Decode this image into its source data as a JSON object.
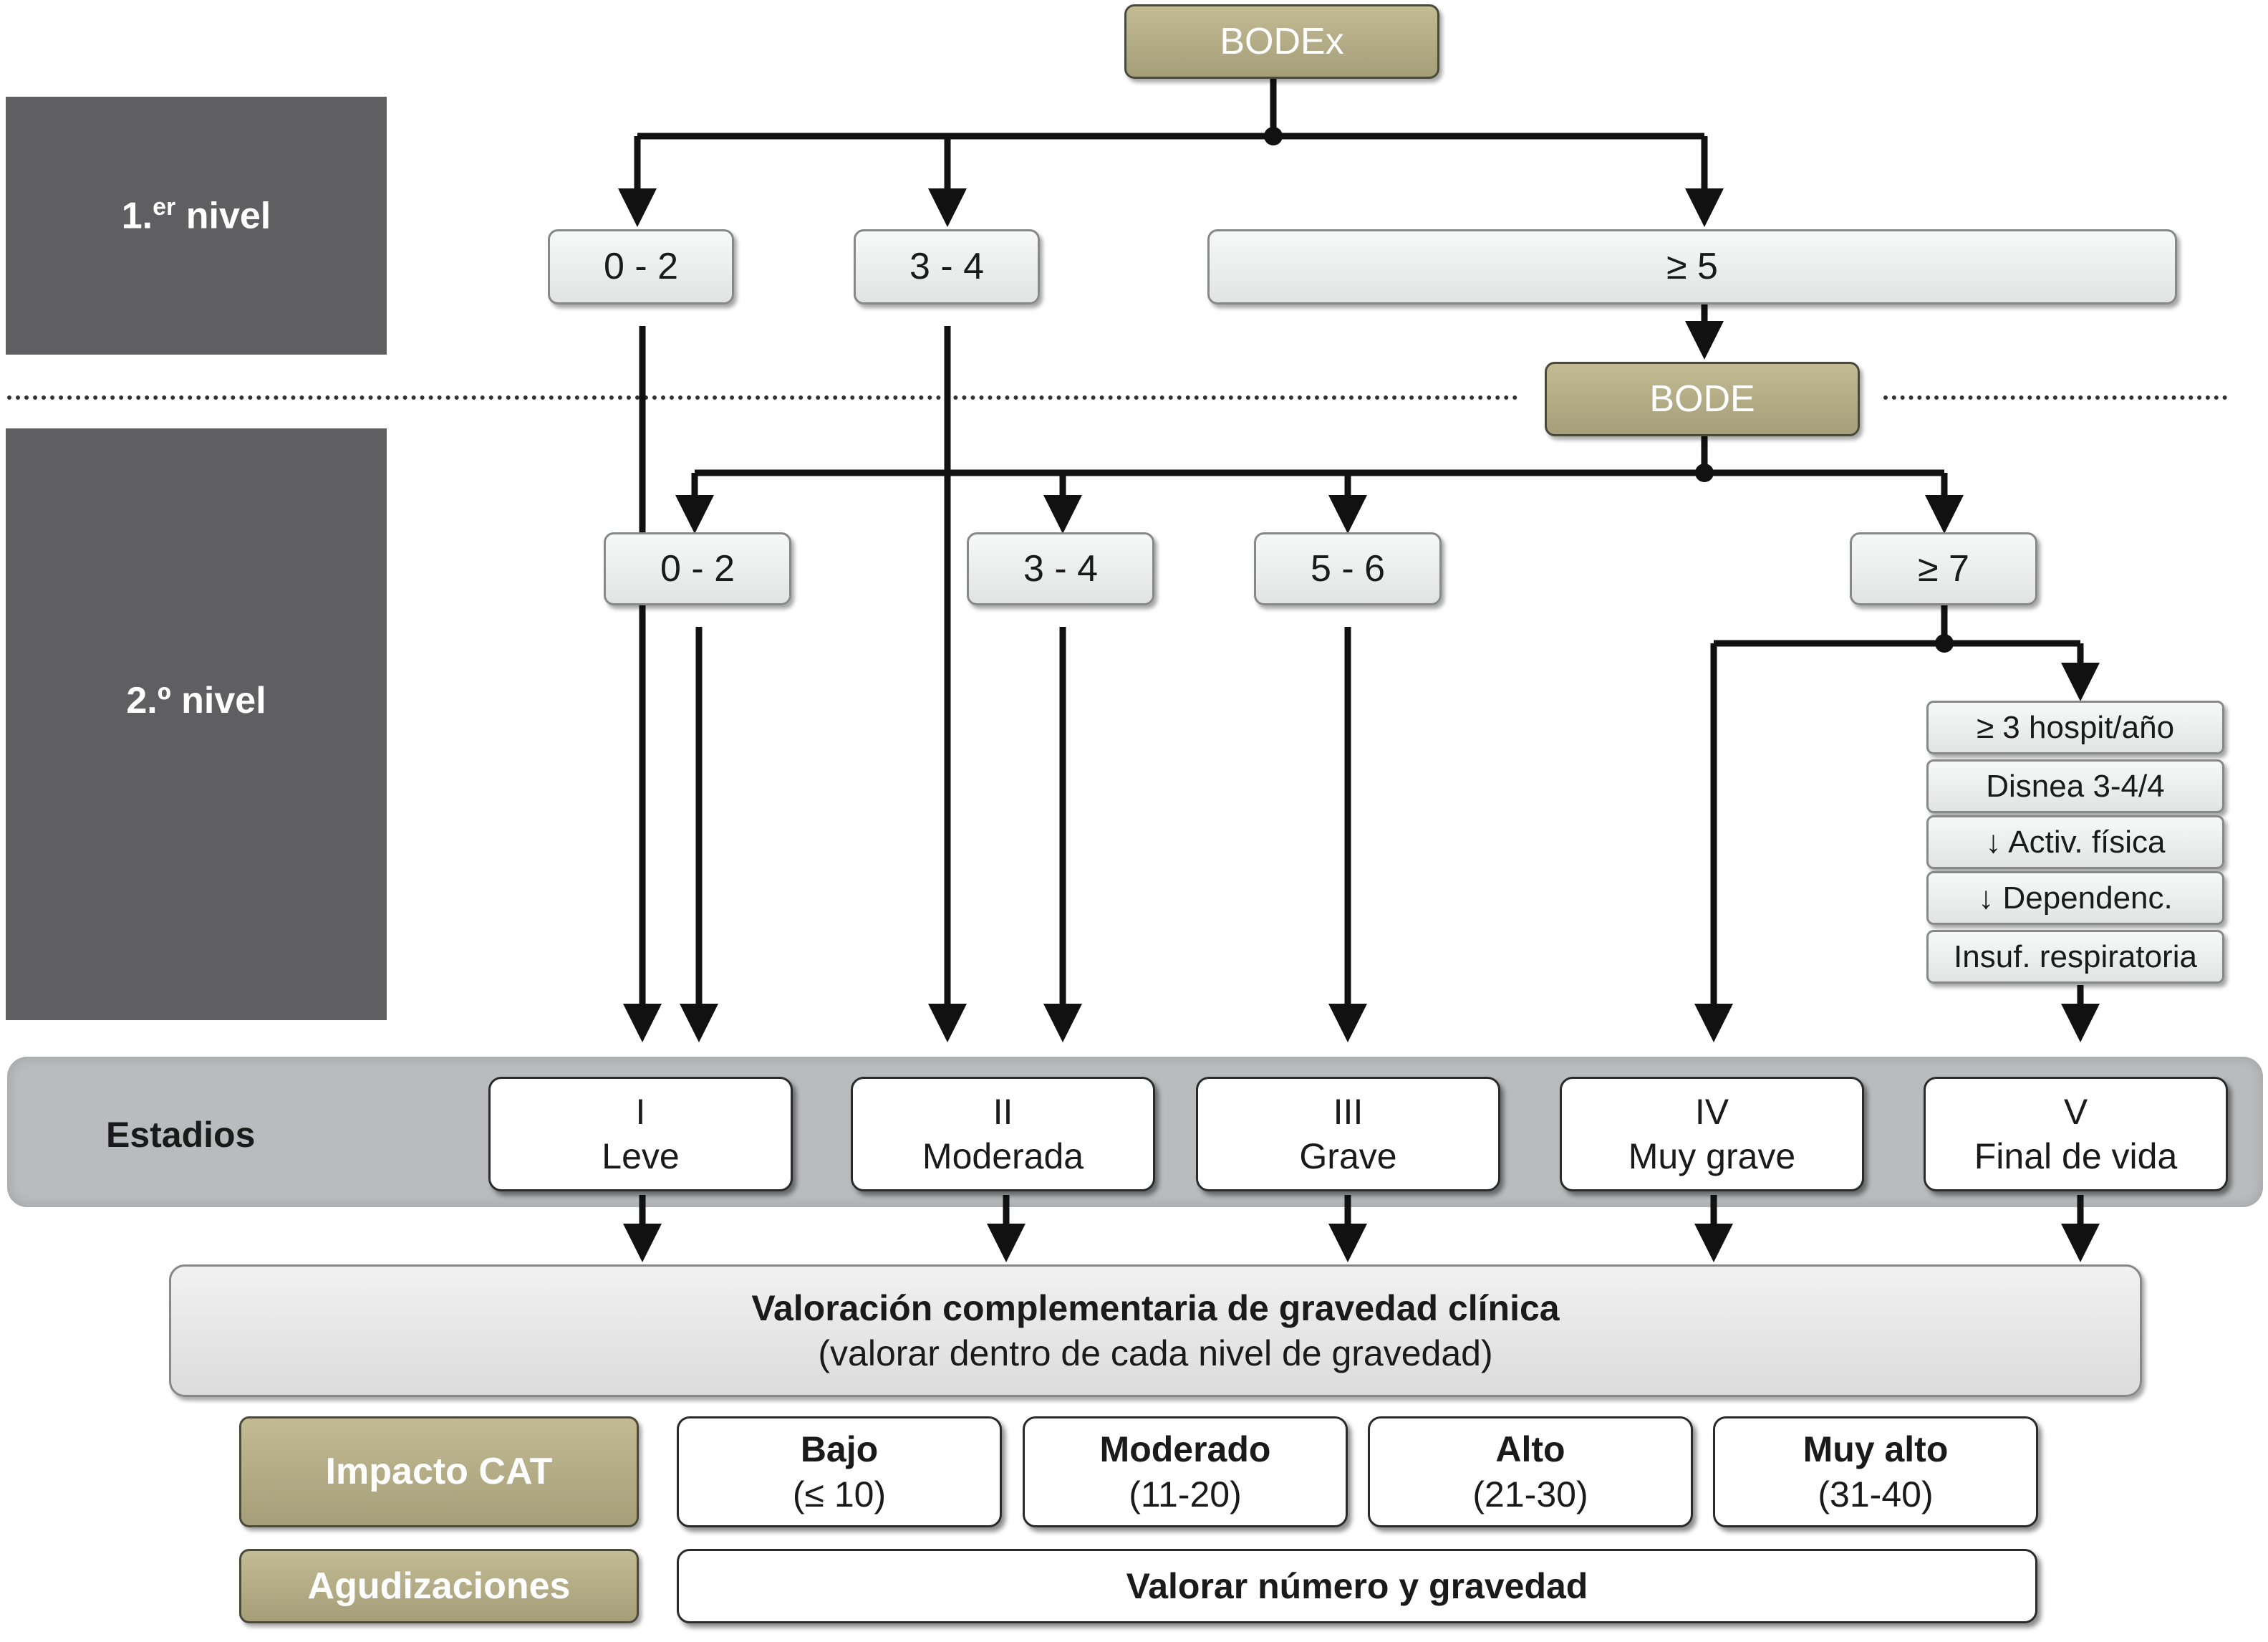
{
  "levels": {
    "first": "1.",
    "first_sup": "er",
    "first_suffix": "nivel",
    "second": "2.º nivel"
  },
  "nodes": {
    "bodex": "BODEx",
    "bode": "BODE",
    "l1_low": "0 - 2",
    "l1_mid": "3 - 4",
    "l1_high": "≥ 5",
    "l2_a": "0 - 2",
    "l2_b": "3 - 4",
    "l2_c": "5 - 6",
    "l2_d": "≥ 7"
  },
  "criteria": [
    "≥ 3 hospit/año",
    "Disnea 3-4/4",
    "↓ Activ. física",
    "↓ Dependenc.",
    "Insuf. respiratoria"
  ],
  "estadios_label": "Estadios",
  "stages": [
    {
      "numeral": "I",
      "name": "Leve"
    },
    {
      "numeral": "II",
      "name": "Moderada"
    },
    {
      "numeral": "III",
      "name": "Grave"
    },
    {
      "numeral": "IV",
      "name": "Muy grave"
    },
    {
      "numeral": "V",
      "name": "Final de vida"
    }
  ],
  "valoracion": {
    "title": "Valoración complementaria de gravedad clínica",
    "subtitle": "(valorar dentro de cada nivel de gravedad)"
  },
  "impacto": {
    "label": "Impacto CAT",
    "levels": [
      {
        "name": "Bajo",
        "range": "(≤ 10)"
      },
      {
        "name": "Moderado",
        "range": "(11-20)"
      },
      {
        "name": "Alto",
        "range": "(21-30)"
      },
      {
        "name": "Muy alto",
        "range": "(31-40)"
      }
    ]
  },
  "agudizaciones": {
    "label": "Agudizaciones",
    "text": "Valorar número y gravedad"
  },
  "colors": {
    "band": "#5f5f62",
    "olive": "#a59e78",
    "stage_band": "#b9bbbe",
    "line": "#111111"
  }
}
